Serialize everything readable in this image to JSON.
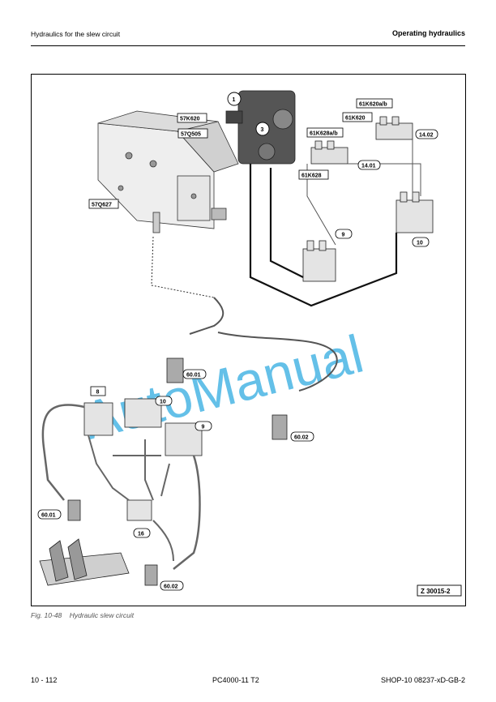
{
  "header": {
    "section": "Hydraulics for the slew circuit",
    "chapter": "Operating hydraulics"
  },
  "figure": {
    "labels": {
      "l57K620": "57K620",
      "l57Q505": "57Q505",
      "l57Q627": "57Q627",
      "l61K620ab": "61K620a/b",
      "l61K620": "61K620",
      "l61K628ab": "61K628a/b",
      "l61K628": "61K628",
      "l14_02": "14.02",
      "l14_01": "14.01",
      "c1": "1",
      "c3": "3",
      "c9a": "9",
      "c10a": "10",
      "c8": "8",
      "c10b": "10",
      "c9b": "9",
      "c16": "16",
      "l60_01a": "60.01",
      "l60_02a": "60.02",
      "l60_01b": "60.01",
      "l60_02b": "60.02",
      "ref": "Z 30015-2"
    },
    "watermark": "AutoManual"
  },
  "caption": {
    "number": "Fig. 10-48",
    "text": "Hydraulic slew circuit"
  },
  "footer": {
    "page": "10 - 112",
    "model": "PC4000-11 T2",
    "doc": "SHOP-10 08237-xD-GB-2"
  }
}
